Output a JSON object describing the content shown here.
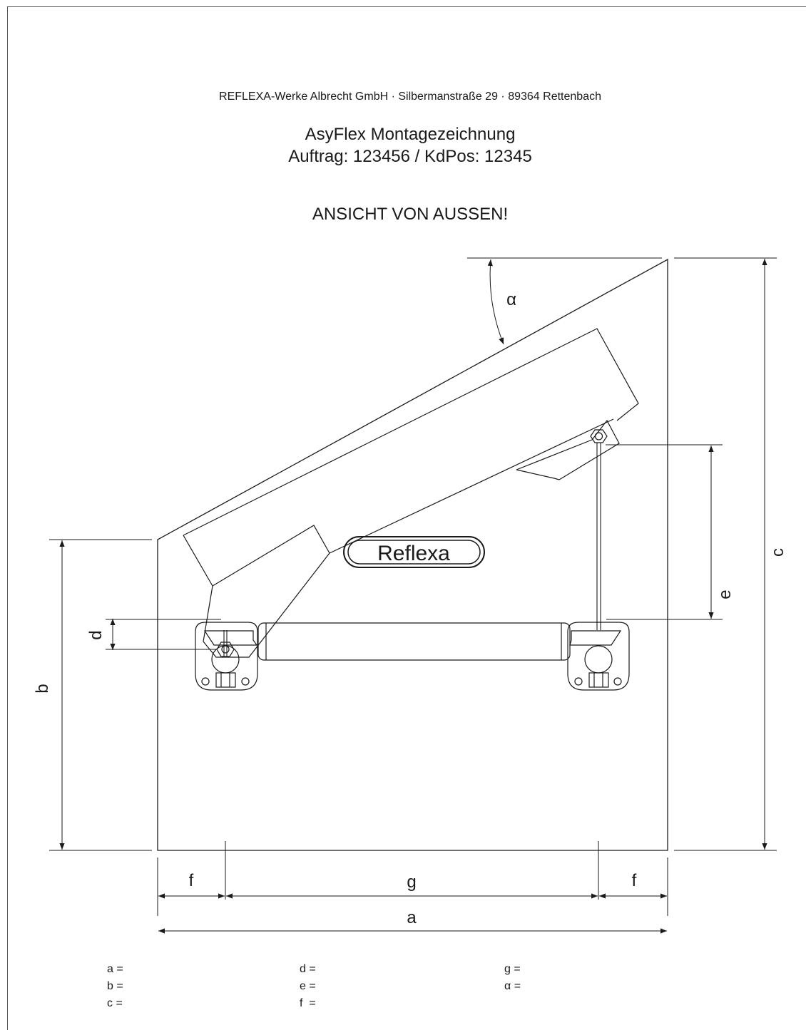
{
  "header": {
    "company_line": "REFLEXA-Werke Albrecht GmbH · Silbermanstraße 29 · 89364 Rettenbach",
    "title_line1": "AsyFlex Montagezeichnung",
    "title_line2": "Auftrag: 123456 / KdPos: 12345",
    "view_note": "ANSICHT VON AUSSEN!"
  },
  "drawing": {
    "logo_text": "Reflexa",
    "dimension_labels": {
      "alpha": "α",
      "a": "a",
      "b": "b",
      "c": "c",
      "d": "d",
      "e": "e",
      "f_left": "f",
      "f_right": "f",
      "g": "g"
    }
  },
  "legend": {
    "col1": [
      "a =",
      "b =",
      "c ="
    ],
    "col2": [
      "d =",
      "e =",
      "f  ="
    ],
    "col3": [
      "g =",
      "α ="
    ]
  }
}
